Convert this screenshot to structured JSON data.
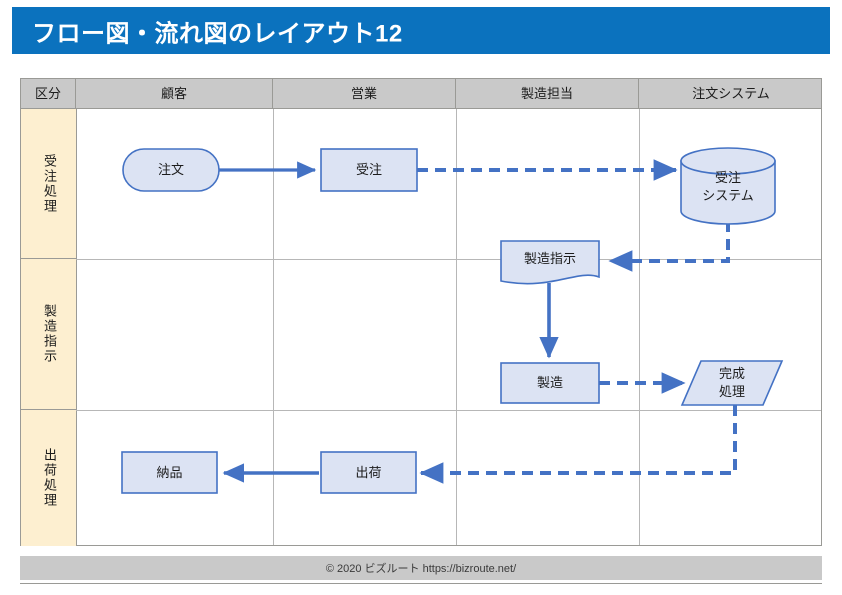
{
  "header": {
    "title": "フロー図・流れ図のレイアウト12",
    "bar_color": "#0b72be"
  },
  "footer": {
    "text": "© 2020 ビズルート https://bizroute.net/"
  },
  "diagram": {
    "columns": [
      {
        "id": "category",
        "label": "区分"
      },
      {
        "id": "customer",
        "label": "顧客"
      },
      {
        "id": "sales",
        "label": "営業"
      },
      {
        "id": "manufacturing",
        "label": "製造担当"
      },
      {
        "id": "order-system",
        "label": "注文システム"
      }
    ],
    "rows": [
      {
        "id": "order-processing",
        "label": "受注処理"
      },
      {
        "id": "production-instruction",
        "label": "製造指示"
      },
      {
        "id": "shipping-processing",
        "label": "出荷処理"
      }
    ],
    "colors": {
      "header_fill": "#c9c9c9",
      "category_fill": "#fdefd0",
      "shape_fill": "#dce3f3",
      "shape_stroke": "#4472c4",
      "connector": "#4472c4",
      "grid": "#9a9a96"
    },
    "nodes": [
      {
        "id": "chumon",
        "label": "注文",
        "shape": "stadium",
        "lane": "customer",
        "row": "order-processing"
      },
      {
        "id": "juchu",
        "label": "受注",
        "shape": "rectangle",
        "lane": "sales",
        "row": "order-processing"
      },
      {
        "id": "juchu-sys",
        "label": "受注\nシステム",
        "shape": "cylinder",
        "lane": "order-system",
        "row": "order-processing"
      },
      {
        "id": "seizo-shiji",
        "label": "製造指示",
        "shape": "document",
        "lane": "manufacturing",
        "row": "production-instruction"
      },
      {
        "id": "seizo",
        "label": "製造",
        "shape": "rectangle",
        "lane": "manufacturing",
        "row": "production-instruction"
      },
      {
        "id": "kansei",
        "label": "完成\n処理",
        "shape": "parallelogram",
        "lane": "order-system",
        "row": "production-instruction"
      },
      {
        "id": "shukka",
        "label": "出荷",
        "shape": "rectangle",
        "lane": "sales",
        "row": "shipping-processing"
      },
      {
        "id": "nohin",
        "label": "納品",
        "shape": "rectangle",
        "lane": "customer",
        "row": "shipping-processing"
      }
    ],
    "node_labels": {
      "chumon": "注文",
      "juchu": "受注",
      "juchu_sys_line1": "受注",
      "juchu_sys_line2": "システム",
      "seizo_shiji": "製造指示",
      "seizo": "製造",
      "kansei_line1": "完成",
      "kansei_line2": "処理",
      "shukka": "出荷",
      "nohin": "納品"
    },
    "connectors": [
      {
        "id": "chumon-to-juchu",
        "from": "chumon",
        "to": "juchu",
        "style": "solid"
      },
      {
        "id": "juchu-to-system",
        "from": "juchu",
        "to": "juchu-sys",
        "style": "dashed"
      },
      {
        "id": "system-to-shiji",
        "from": "juchu-sys",
        "to": "seizo-shiji",
        "style": "dashed"
      },
      {
        "id": "shiji-to-seizo",
        "from": "seizo-shiji",
        "to": "seizo",
        "style": "solid"
      },
      {
        "id": "seizo-to-kansei",
        "from": "seizo",
        "to": "kansei",
        "style": "dashed"
      },
      {
        "id": "kansei-to-shukka",
        "from": "kansei",
        "to": "shukka",
        "style": "dashed"
      },
      {
        "id": "shukka-to-nohin",
        "from": "shukka",
        "to": "nohin",
        "style": "solid"
      }
    ]
  }
}
